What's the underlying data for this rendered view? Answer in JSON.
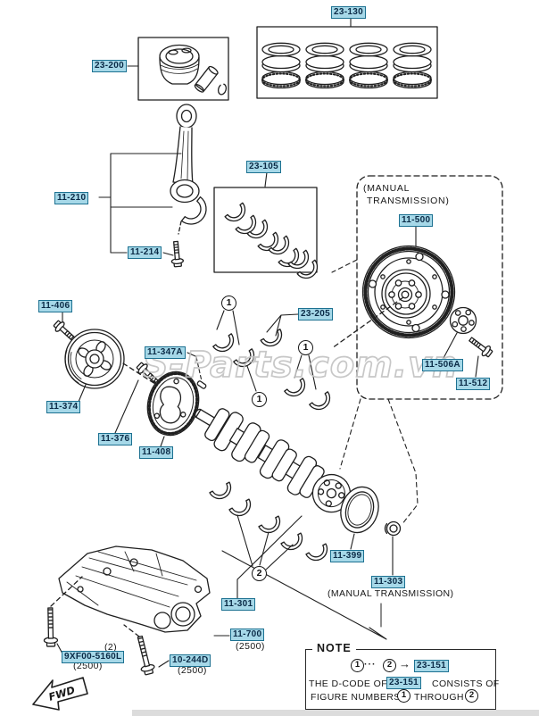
{
  "diagram": {
    "watermark": "S-Parts.com.vn",
    "fwd_label": "FWD",
    "colors": {
      "label_bg": "#a6d8e8",
      "label_border": "#1d7191",
      "label_text": "#0a2a46",
      "line": "#1f1f1f",
      "watermark": "#c2c2c2"
    },
    "labels": {
      "rings_set": "23-130",
      "piston": "23-200",
      "connecting_rod": "11-210",
      "rod_bolt": "11-214",
      "rod_bearings": "23-105",
      "flywheel": "11-500",
      "drive_plate": "11-506A",
      "flywheel_bolt": "11-512",
      "pulley_bolt": "11-406",
      "crank_pulley": "11-374",
      "crank_key": "11-347A",
      "trigger_bolt": "11-376",
      "trigger_wheel": "11-408",
      "upper_main_bearings": "23-205",
      "rear_oil_seal": "11-399",
      "pilot_bearing": "11-303",
      "crankshaft": "11-301",
      "oil_pan": "11-700",
      "pan_bolt_front": "9XF00-5160L",
      "pan_bolt_rear": "10-244D"
    },
    "texts": {
      "mt_box_line1": "(MANUAL",
      "mt_box_line2": "TRANSMISSION)",
      "mt_inline": "(MANUAL  TRANSMISSION)",
      "qty_2": "(2)",
      "engine_2500": "(2500)"
    },
    "callout_numbers": {
      "one": "1",
      "two": "2"
    },
    "note": {
      "title": "NOTE",
      "ref": "23-151",
      "dots": "···",
      "arrow": "→",
      "line2_pre": "THE D-CODE OF",
      "line2_post": "CONSISTS OF",
      "line3_pre": "FIGURE NUMBERS",
      "line3_mid": "THROUGH"
    }
  }
}
